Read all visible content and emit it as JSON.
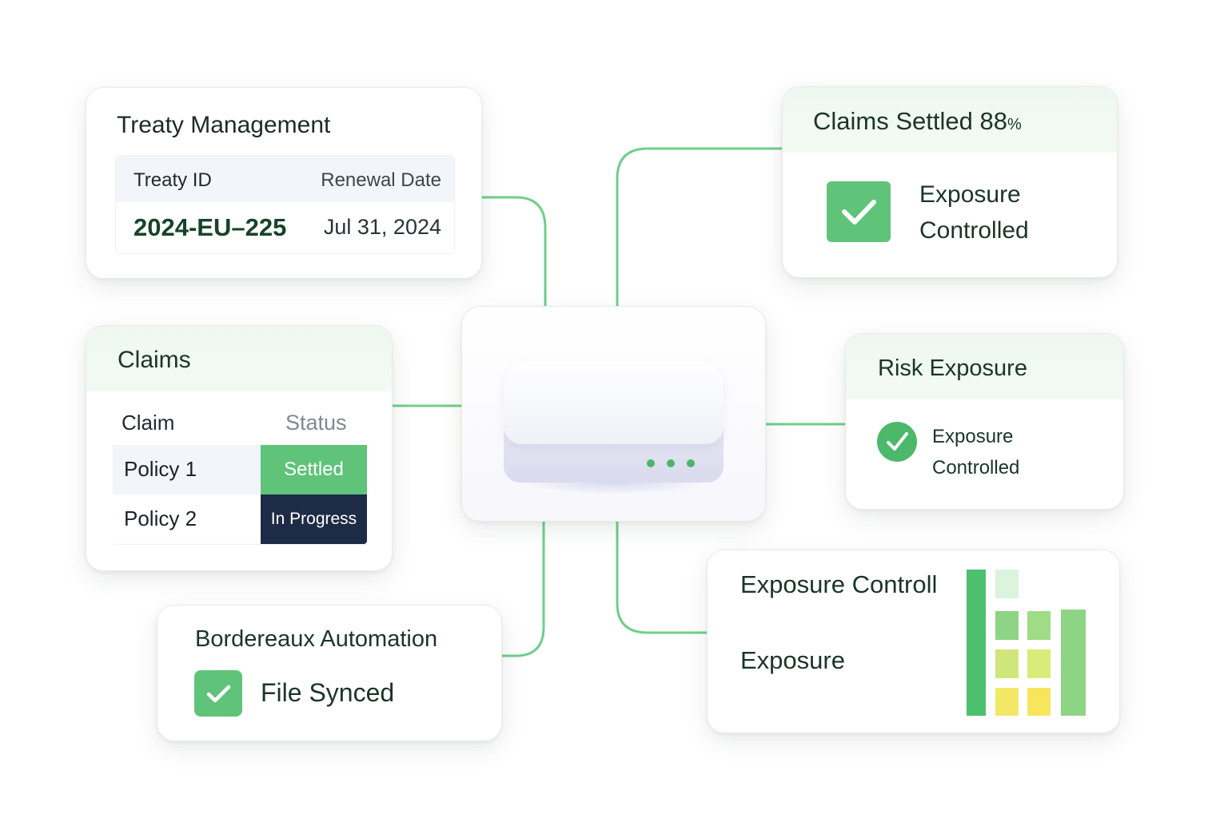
{
  "colors": {
    "accent_green": "#5fc37a",
    "connector_green": "#6fcf8a",
    "in_progress_navy": "#1e2b46",
    "heading_dark_green": "#1b3527"
  },
  "treaty": {
    "title": "Treaty Management",
    "columns": [
      "Treaty ID",
      "Renewal Date"
    ],
    "row": {
      "id": "2024-EU–225",
      "date": "Jul 31, 2024"
    }
  },
  "claims_settled": {
    "title": "Claims Settled 88",
    "percent_sign": "%",
    "status_line1": "Exposure",
    "status_line2": "Controlled",
    "icon": "check-square-icon"
  },
  "claims": {
    "title": "Claims",
    "columns": [
      "Claim",
      "Status"
    ],
    "rows": [
      {
        "claim": "Policy 1",
        "status": "Settled"
      },
      {
        "claim": "Policy 2",
        "status": "In Progress"
      }
    ]
  },
  "risk": {
    "title": "Risk Exposure",
    "status_line1": "Exposure",
    "status_line2": "Controlled",
    "icon": "check-circle-icon"
  },
  "bordereaux": {
    "title": "Bordereaux Automation",
    "status": "File Synced",
    "icon": "check-square-icon"
  },
  "exposure_card": {
    "title": "Exposure Controll",
    "subtitle": "Exposure",
    "heat_colors": [
      "#4cc06c",
      "#dcf3dc",
      "#8ed485",
      "#bfe27a",
      "#cfe67a",
      "#f3e866",
      "#f7e55e"
    ]
  },
  "hub": {
    "icon": "router-device-icon",
    "indicator_dots": 3
  }
}
